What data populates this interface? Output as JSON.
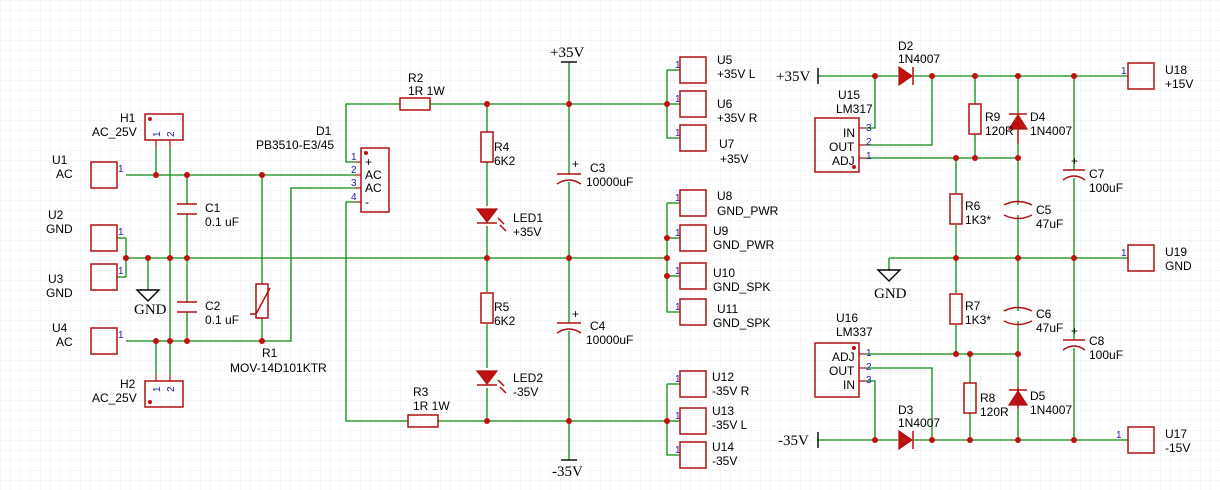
{
  "colors": {
    "wire": "#0c8a12",
    "component": "#b01010",
    "junction": "#c01010",
    "text": "#000000",
    "pin_number": "#2222aa",
    "grid": "#eeeeee"
  },
  "connectors": [
    {
      "ref": "U1",
      "value": "AC",
      "pin": "1"
    },
    {
      "ref": "U2",
      "value": "GND",
      "pin": "1"
    },
    {
      "ref": "U3",
      "value": "GND",
      "pin": "1"
    },
    {
      "ref": "U4",
      "value": "AC",
      "pin": "1"
    },
    {
      "ref": "U5",
      "value": "+35V L",
      "pin": "1"
    },
    {
      "ref": "U6",
      "value": "+35V R",
      "pin": "1"
    },
    {
      "ref": "U7",
      "value": "+35V",
      "pin": "1"
    },
    {
      "ref": "U8",
      "value": "GND_PWR",
      "pin": "1"
    },
    {
      "ref": "U9",
      "value": "GND_PWR",
      "pin": "1"
    },
    {
      "ref": "U10",
      "value": "GND_SPK",
      "pin": "1"
    },
    {
      "ref": "U11",
      "value": "GND_SPK",
      "pin": "1"
    },
    {
      "ref": "U12",
      "value": "-35V R",
      "pin": "1"
    },
    {
      "ref": "U13",
      "value": "-35V L",
      "pin": "1"
    },
    {
      "ref": "U14",
      "value": "-35V",
      "pin": "1"
    },
    {
      "ref": "U17",
      "value": "-15V",
      "pin": "1"
    },
    {
      "ref": "U18",
      "value": "+15V",
      "pin": "1"
    },
    {
      "ref": "U19",
      "value": "GND",
      "pin": "1"
    }
  ],
  "headers": [
    {
      "ref": "H1",
      "value": "AC_25V",
      "pins": [
        "1",
        "2"
      ]
    },
    {
      "ref": "H2",
      "value": "AC_25V",
      "pins": [
        "1",
        "2"
      ]
    }
  ],
  "resistors": [
    {
      "ref": "R2",
      "value": "1R 1W"
    },
    {
      "ref": "R3",
      "value": "1R 1W"
    },
    {
      "ref": "R4",
      "value": "6K2"
    },
    {
      "ref": "R5",
      "value": "6K2"
    },
    {
      "ref": "R6",
      "value": "1K3*"
    },
    {
      "ref": "R7",
      "value": "1K3*"
    },
    {
      "ref": "R8",
      "value": "120R"
    },
    {
      "ref": "R9",
      "value": "120R"
    }
  ],
  "varistor": {
    "ref": "R1",
    "value": "MOV-14D101KTR"
  },
  "capacitors": [
    {
      "ref": "C1",
      "value": "0.1 uF"
    },
    {
      "ref": "C2",
      "value": "0.1 uF"
    },
    {
      "ref": "C3",
      "value": "10000uF"
    },
    {
      "ref": "C4",
      "value": "10000uF"
    },
    {
      "ref": "C5",
      "value": "47uF"
    },
    {
      "ref": "C6",
      "value": "47uF"
    },
    {
      "ref": "C7",
      "value": "100uF"
    },
    {
      "ref": "C8",
      "value": "100uF"
    }
  ],
  "diodes": [
    {
      "ref": "D2",
      "value": "1N4007"
    },
    {
      "ref": "D3",
      "value": "1N4007"
    },
    {
      "ref": "D4",
      "value": "1N4007"
    },
    {
      "ref": "D5",
      "value": "1N4007"
    }
  ],
  "leds": [
    {
      "ref": "LED1",
      "value": "+35V"
    },
    {
      "ref": "LED2",
      "value": "-35V"
    }
  ],
  "bridge": {
    "ref": "D1",
    "value": "PB3510-E3/45",
    "pin_labels": [
      "+",
      "AC",
      "AC",
      "-"
    ],
    "pin_numbers": [
      "1",
      "2",
      "3",
      "4"
    ]
  },
  "regulators": [
    {
      "ref": "U15",
      "value": "LM317",
      "pin_labels": [
        "IN",
        "OUT",
        "ADJ"
      ],
      "pin_numbers": [
        "3",
        "2",
        "1"
      ]
    },
    {
      "ref": "U16",
      "value": "LM337",
      "pin_labels": [
        "ADJ",
        "OUT",
        "IN"
      ],
      "pin_numbers": [
        "1",
        "2",
        "3"
      ]
    }
  ],
  "net_labels": {
    "plus35_top": "+35V",
    "minus35_bottom": "-35V",
    "plus35_port": "+35V",
    "minus35_port": "-35V",
    "gnd_left": "GND",
    "gnd_right": "GND"
  }
}
